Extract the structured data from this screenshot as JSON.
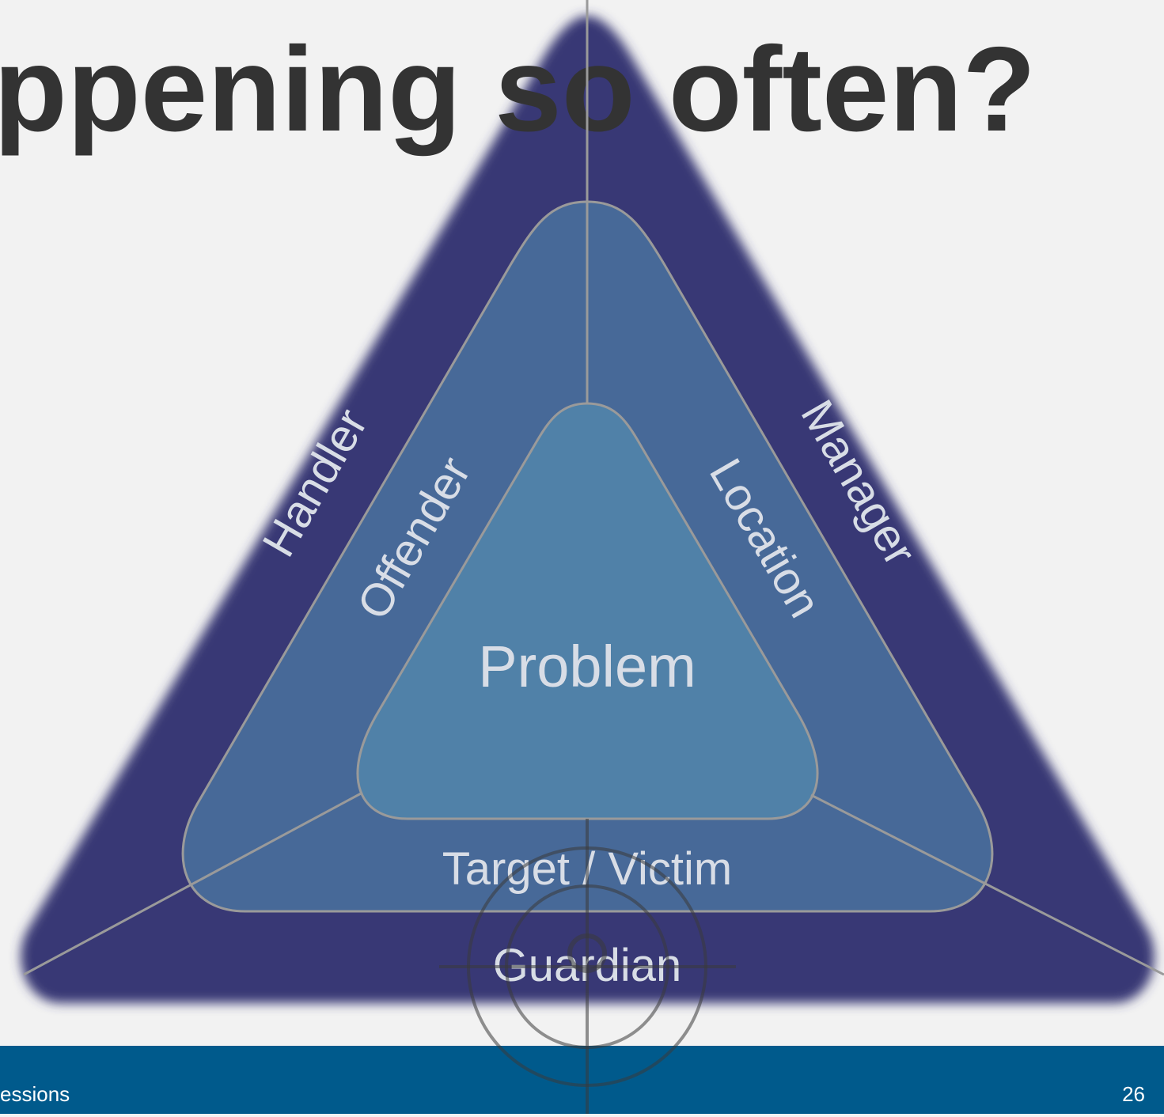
{
  "slide": {
    "title": "ppening so often?",
    "footer_left": "essions",
    "page_number": "26"
  },
  "diagram": {
    "outer_triangle": {
      "left": "Handler",
      "right": "Manager",
      "bottom": "Guardian"
    },
    "middle_triangle": {
      "left": "Offender",
      "right": "Location",
      "bottom": "Target / Victim"
    },
    "inner_triangle": {
      "center": "Problem"
    },
    "colors": {
      "outer": "#383874",
      "middle": "#476998",
      "inner": "#5081a8",
      "lines": "#9a9a9a",
      "label_text": "#d8dde6",
      "title": "#333333",
      "footer_bar": "#005a8c"
    }
  }
}
